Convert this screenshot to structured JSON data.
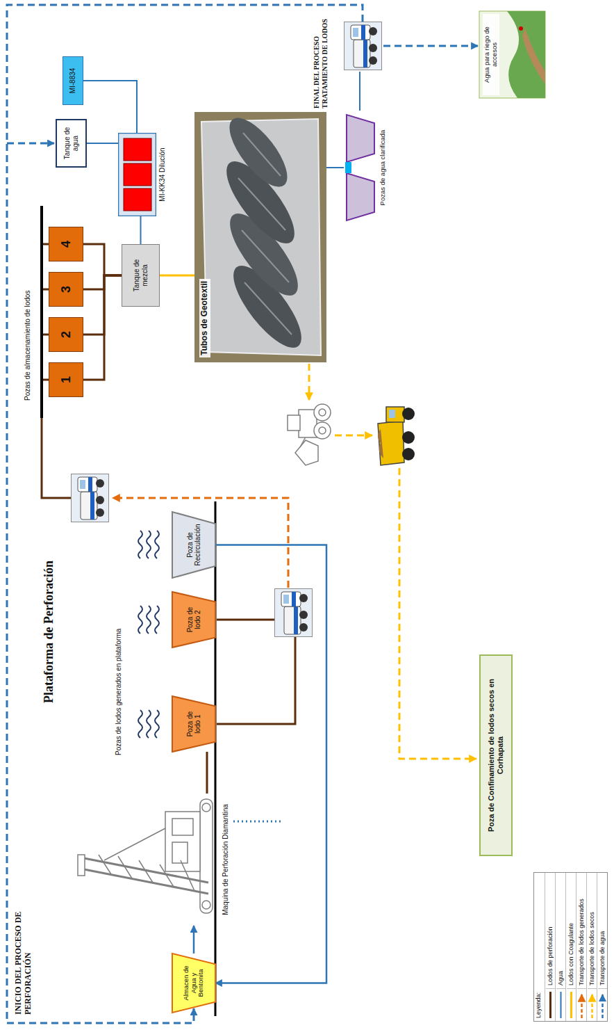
{
  "diagram": {
    "nodes": [
      {
        "text": [
          "Almacen de Agua y Bentonita"
        ]
      },
      {
        "text": [
          "Maquina de Perforación Diamantina"
        ]
      },
      {
        "text": [
          "Poza de lodo 1"
        ]
      },
      {
        "text": [
          "Poza de lodo 2"
        ]
      },
      {
        "text": [
          "Poza de Recirculación"
        ]
      },
      {
        "text": [
          "Poza de Confinamiento de lodos secos en Corhapata"
        ]
      },
      {
        "text": [
          "1"
        ]
      },
      {
        "text": [
          "2"
        ]
      },
      {
        "text": [
          "3"
        ]
      },
      {
        "text": [
          "4"
        ]
      },
      {
        "text": [
          "Tanque de mezcla"
        ]
      },
      {
        "text": [
          "MI-KK34 Dilución"
        ]
      },
      {
        "text": [
          "MI-8834"
        ]
      },
      {
        "text": [
          "Tanque de agua"
        ]
      },
      {
        "text": [
          "Tubos de Geotextil"
        ]
      },
      {
        "text": [
          "Pozas de agua clarificada"
        ]
      },
      {
        "text": [
          "Agua para riego de accesos"
        ]
      }
    ],
    "edges": [
      {
        "from": 0,
        "to": 1,
        "arrow": "to"
      },
      {
        "from": 1,
        "to": 2,
        "arrow": "none"
      },
      {
        "from": 4,
        "to": 0,
        "arrow": "to"
      },
      {
        "from": 6,
        "to": 10,
        "arrow": "none"
      },
      {
        "from": 7,
        "to": 10,
        "arrow": "none"
      },
      {
        "from": 8,
        "to": 10,
        "arrow": "none"
      },
      {
        "from": 9,
        "to": 10,
        "arrow": "none"
      },
      {
        "from": 13,
        "to": 11,
        "arrow": "none"
      },
      {
        "from": 12,
        "to": 11,
        "arrow": "none"
      },
      {
        "from": 11,
        "to": 10,
        "arrow": "none"
      },
      {
        "from": 10,
        "to": 14,
        "arrow": "none"
      },
      {
        "from": 14,
        "to": 15,
        "arrow": "none"
      }
    ],
    "labels": [
      "INICIO DEL PROCESO DE PERFORACIÓN",
      "Plataforma de Perforación",
      "Pozas de lodos generados en plataforma",
      "Pozas de almacenamiento de lodos",
      "FINAL DEL PROCESO TRATAMIENTO DE LODOS",
      "Leyenda:"
    ],
    "legend": [
      {
        "text": "Lodos de perforación"
      },
      {
        "text": "Agua"
      },
      {
        "text": "Lodos con Coagulante"
      },
      {
        "text": "Transporte de lodos generados"
      },
      {
        "text": "Transporte de lodos secos"
      },
      {
        "text": "Transporte de agua"
      }
    ]
  }
}
